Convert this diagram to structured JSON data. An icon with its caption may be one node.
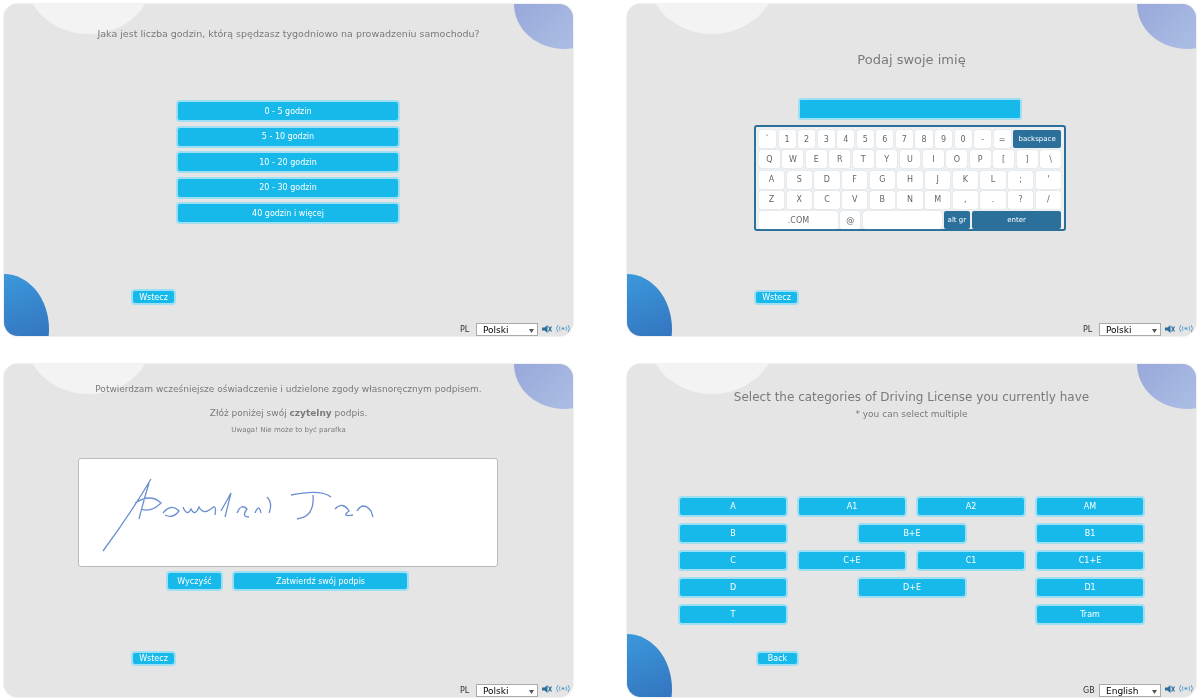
{
  "diagram": {
    "nodes": [
      {
        "text": [
          "Jaka jest liczba godzin, którą spędzasz tygodniowo na prowadzeniu samochodu?"
        ]
      },
      {
        "text": [
          "0 - 5 godzin"
        ],
        "in": 0
      },
      {
        "text": [
          "5 - 10 godzin"
        ],
        "in": 0
      },
      {
        "text": [
          "10 - 20 godzin"
        ],
        "in": 0
      },
      {
        "text": [
          "20 - 30 godzin"
        ],
        "in": 0
      },
      {
        "text": [
          "40 godzin i więcej"
        ],
        "in": 0
      },
      {
        "text": [
          "Wstecz"
        ],
        "in": 0
      },
      {
        "text": [
          "Polski"
        ],
        "beside": [
          "PL"
        ],
        "in": 0
      },
      {
        "text": [
          "Podaj swoje imię"
        ]
      },
      {
        "text": [],
        "shape": "box",
        "in": 8
      },
      {
        "text": [],
        "shape": "box",
        "in": 8
      },
      {
        "text": [
          "`"
        ],
        "in": 10
      },
      {
        "text": [
          "1"
        ],
        "in": 10
      },
      {
        "text": [
          "2"
        ],
        "in": 10
      },
      {
        "text": [
          "3"
        ],
        "in": 10
      },
      {
        "text": [
          "4"
        ],
        "in": 10
      },
      {
        "text": [
          "5"
        ],
        "in": 10
      },
      {
        "text": [
          "6"
        ],
        "in": 10
      },
      {
        "text": [
          "7"
        ],
        "in": 10
      },
      {
        "text": [
          "8"
        ],
        "in": 10
      },
      {
        "text": [
          "9"
        ],
        "in": 10
      },
      {
        "text": [
          "0"
        ],
        "in": 10
      },
      {
        "text": [
          "-"
        ],
        "in": 10
      },
      {
        "text": [
          "="
        ],
        "in": 10
      },
      {
        "text": [
          "backspace"
        ],
        "in": 10
      },
      {
        "text": [
          "Q"
        ],
        "in": 10
      },
      {
        "text": [
          "W"
        ],
        "in": 10
      },
      {
        "text": [
          "E"
        ],
        "in": 10
      },
      {
        "text": [
          "R"
        ],
        "in": 10
      },
      {
        "text": [
          "T"
        ],
        "in": 10
      },
      {
        "text": [
          "Y"
        ],
        "in": 10
      },
      {
        "text": [
          "U"
        ],
        "in": 10
      },
      {
        "text": [
          "I"
        ],
        "in": 10
      },
      {
        "text": [
          "O"
        ],
        "in": 10
      },
      {
        "text": [
          "P"
        ],
        "in": 10
      },
      {
        "text": [
          "["
        ],
        "in": 10
      },
      {
        "text": [
          "]"
        ],
        "in": 10
      },
      {
        "text": [
          "\\"
        ],
        "in": 10
      },
      {
        "text": [
          "A"
        ],
        "in": 10
      },
      {
        "text": [
          "S"
        ],
        "in": 10
      },
      {
        "text": [
          "D"
        ],
        "in": 10
      },
      {
        "text": [
          "F"
        ],
        "in": 10
      },
      {
        "text": [
          "G"
        ],
        "in": 10
      },
      {
        "text": [
          "H"
        ],
        "in": 10
      },
      {
        "text": [
          "J"
        ],
        "in": 10
      },
      {
        "text": [
          "K"
        ],
        "in": 10
      },
      {
        "text": [
          "L"
        ],
        "in": 10
      },
      {
        "text": [
          ";"
        ],
        "in": 10
      },
      {
        "text": [
          "'"
        ],
        "in": 10
      },
      {
        "text": [
          "Z"
        ],
        "in": 10
      },
      {
        "text": [
          "X"
        ],
        "in": 10
      },
      {
        "text": [
          "C"
        ],
        "in": 10
      },
      {
        "text": [
          "V"
        ],
        "in": 10
      },
      {
        "text": [
          "B"
        ],
        "in": 10
      },
      {
        "text": [
          "N"
        ],
        "in": 10
      },
      {
        "text": [
          "M"
        ],
        "in": 10
      },
      {
        "text": [
          ","
        ],
        "in": 10
      },
      {
        "text": [
          "."
        ],
        "in": 10
      },
      {
        "text": [
          "?"
        ],
        "in": 10
      },
      {
        "text": [
          "/"
        ],
        "in": 10
      },
      {
        "text": [
          ".COM"
        ],
        "in": 10
      },
      {
        "text": [
          "@"
        ],
        "in": 10
      },
      {
        "text": [],
        "shape": "box",
        "in": 10
      },
      {
        "text": [
          "alt gr"
        ],
        "in": 10
      },
      {
        "text": [
          "enter"
        ],
        "in": 10
      },
      {
        "text": [
          "Wstecz"
        ],
        "in": 8
      },
      {
        "text": [
          "Polski"
        ],
        "beside": [
          "PL"
        ],
        "in": 8
      },
      {
        "text": [
          "Potwierdzam wcześniejsze oświadczenie i udzielone zgody własnoręcznym podpisem.",
          "Złóż poniżej swój **czytelny** podpis.",
          "Uwaga! Nie może to być parafka"
        ]
      },
      {
        "text": [],
        "shape": "box",
        "in": 67
      },
      {
        "text": [
          "Wyczyść"
        ],
        "in": 67
      },
      {
        "text": [
          "Zatwierdź swój podpis"
        ],
        "in": 67
      },
      {
        "text": [
          "Wstecz"
        ],
        "in": 67
      },
      {
        "text": [
          "Polski"
        ],
        "beside": [
          "PL"
        ],
        "in": 67
      },
      {
        "text": [
          "Select the categories of Driving License you currently have",
          "* you can select multiple"
        ]
      },
      {
        "text": [
          "A"
        ],
        "in": 73
      },
      {
        "text": [
          "A1"
        ],
        "in": 73
      },
      {
        "text": [
          "A2"
        ],
        "in": 73
      },
      {
        "text": [
          "AM"
        ],
        "in": 73
      },
      {
        "text": [
          "B"
        ],
        "in": 73
      },
      {
        "text": [
          "B+E"
        ],
        "in": 73
      },
      {
        "text": [
          "B1"
        ],
        "in": 73
      },
      {
        "text": [
          "C"
        ],
        "in": 73
      },
      {
        "text": [
          "C+E"
        ],
        "in": 73
      },
      {
        "text": [
          "C1"
        ],
        "in": 73
      },
      {
        "text": [
          "C1+E"
        ],
        "in": 73
      },
      {
        "text": [
          "D"
        ],
        "in": 73
      },
      {
        "text": [
          "D+E"
        ],
        "in": 73
      },
      {
        "text": [
          "D1"
        ],
        "in": 73
      },
      {
        "text": [
          "T"
        ],
        "in": 73
      },
      {
        "text": [
          "Tram"
        ],
        "in": 73
      },
      {
        "text": [
          "Back"
        ],
        "in": 73
      },
      {
        "text": [
          "English"
        ],
        "beside": [
          "GB"
        ],
        "in": 73
      }
    ],
    "edges": []
  }
}
